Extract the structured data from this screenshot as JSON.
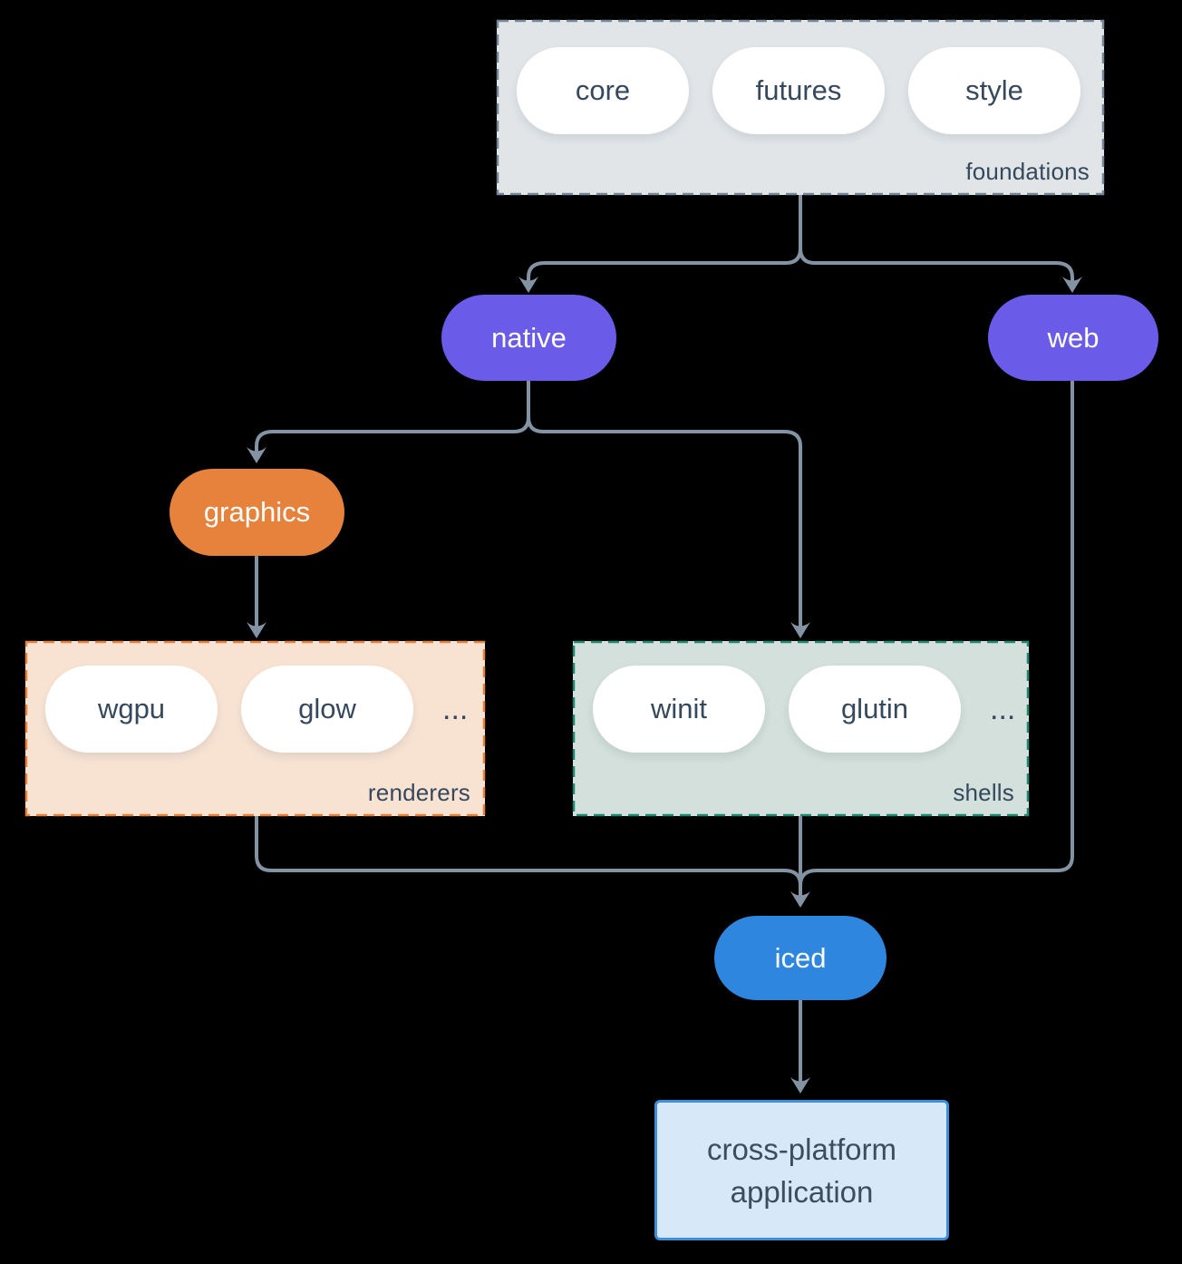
{
  "diagram": {
    "foundations": {
      "label": "foundations",
      "items": [
        "core",
        "futures",
        "style"
      ]
    },
    "native": {
      "label": "native"
    },
    "web": {
      "label": "web"
    },
    "graphics": {
      "label": "graphics"
    },
    "renderers": {
      "label": "renderers",
      "items": [
        "wgpu",
        "glow"
      ],
      "more": "..."
    },
    "shells": {
      "label": "shells",
      "items": [
        "winit",
        "glutin"
      ],
      "more": "..."
    },
    "iced": {
      "label": "iced"
    },
    "application": {
      "label": "cross-platform application"
    }
  },
  "colors": {
    "background": "#000000",
    "arrow": "#8393a4",
    "node_purple": "#6a5ce8",
    "node_orange": "#e6823c",
    "node_blue": "#2e86de",
    "foundations_fill": "#e1e5e8",
    "foundations_border": "#76879a",
    "renderers_fill": "#f8e3d3",
    "renderers_border": "#e6823c",
    "shells_fill": "#d3e0db",
    "shells_border": "#1f8a71",
    "application_fill": "#d7e9f9",
    "application_border": "#3d8fdb",
    "text_dark": "#36495c",
    "text_light": "#ffffff"
  }
}
